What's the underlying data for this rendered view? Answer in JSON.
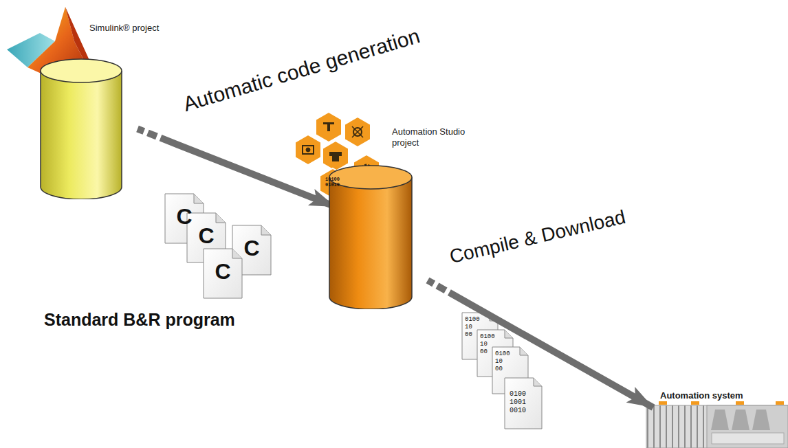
{
  "diagram": {
    "nodes": [
      {
        "text": [
          "Simulink® project"
        ]
      },
      {
        "text": [
          "Automation Studio project"
        ]
      },
      {
        "text": [
          "Automation system"
        ]
      }
    ],
    "edges": [
      {
        "from": 0,
        "to": 1,
        "arrow": "to",
        "label": "Automatic code generation"
      },
      {
        "from": 1,
        "to": 2,
        "arrow": "to",
        "label": "Compile & Download"
      }
    ],
    "labels": [
      "Standard B&R program",
      "C",
      "C",
      "C",
      "C",
      "10100 01010",
      "0100 10 00",
      "0100 10 00",
      "0100 10 00",
      "0100 1001 0010"
    ]
  }
}
